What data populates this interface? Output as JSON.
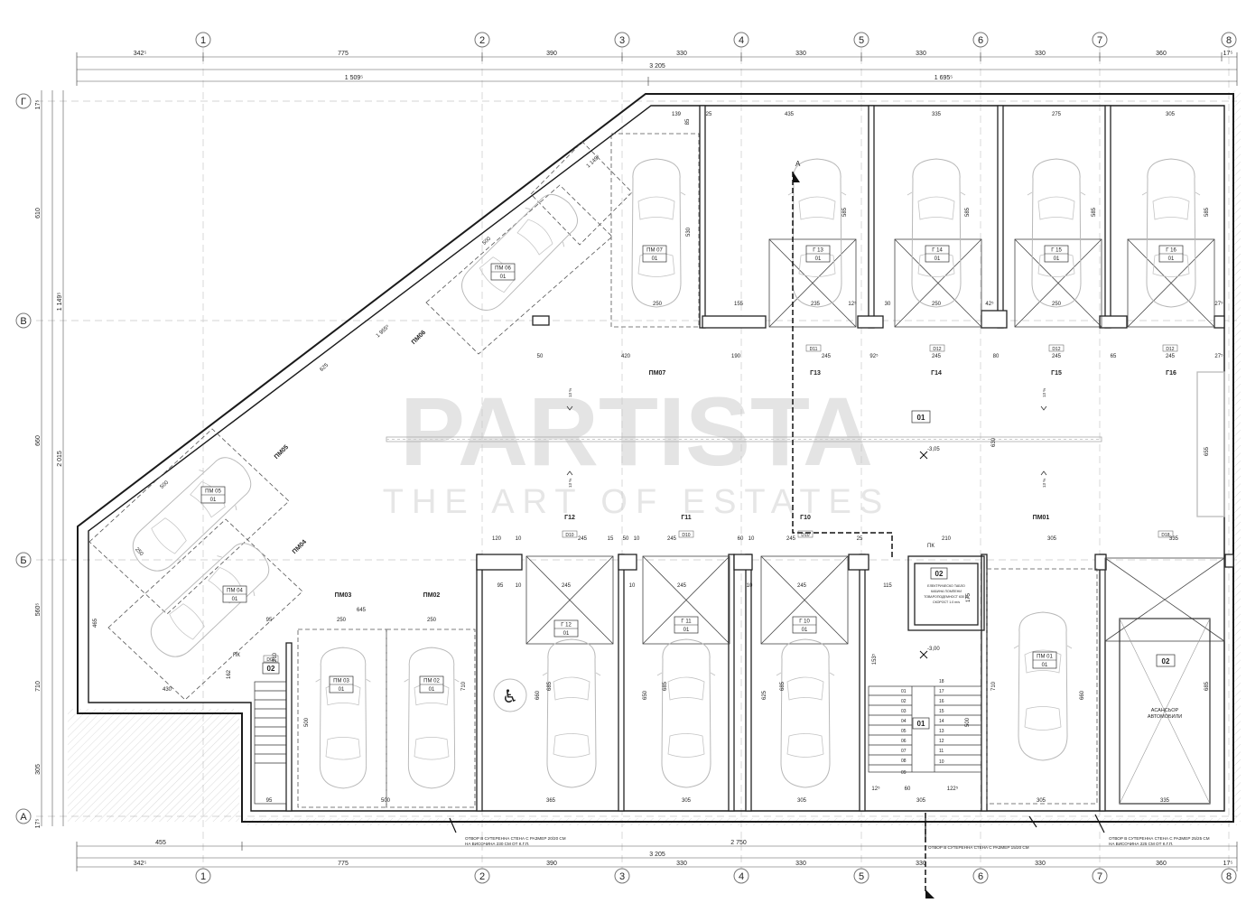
{
  "axes_top": [
    "1",
    "2",
    "3",
    "4",
    "5",
    "6",
    "7",
    "8"
  ],
  "axes_bottom": [
    "1",
    "2",
    "3",
    "4",
    "5",
    "6",
    "7",
    "8"
  ],
  "axes_left": [
    "Г",
    "В",
    "Б",
    "А"
  ],
  "dims_top_row1": [
    "342⁵",
    "775",
    "390",
    "330",
    "330",
    "330",
    "330",
    "360",
    "17⁵"
  ],
  "dims_top_total": "3 205",
  "dims_top_row3": [
    "1 509⁵",
    "1 695⁵"
  ],
  "dims_bottom_row1": [
    "455",
    "2 750"
  ],
  "dims_bottom_total": "3 205",
  "dims_bottom_row3": [
    "342⁵",
    "775",
    "390",
    "330",
    "330",
    "330",
    "330",
    "360",
    "17⁵"
  ],
  "dims_left_outer": [
    "17⁵",
    "610",
    "660",
    "560⁵",
    "710",
    "305",
    "17⁵"
  ],
  "dims_left_inner": [
    "1 149⁵",
    "2 015"
  ],
  "space_labels": [
    "ПМ07",
    "Г13",
    "Г14",
    "Г15",
    "Г16",
    "ПМ06",
    "ПМ05",
    "ПМ04",
    "ПМ03",
    "ПМ02",
    "Г12",
    "Г11",
    "Г10",
    "ПМ01"
  ],
  "room_tags": {
    "pm07": [
      "ПМ 07",
      "01"
    ],
    "pm06": [
      "ПМ 06",
      "01"
    ],
    "pm05": [
      "ПМ 05",
      "01"
    ],
    "pm04": [
      "ПМ 04",
      "01"
    ],
    "pm03": [
      "ПМ 03",
      "01"
    ],
    "pm02": [
      "ПМ 02",
      "01"
    ],
    "pm01": [
      "ПМ 01",
      "01"
    ],
    "g13": [
      "Г 13",
      "01"
    ],
    "g14": [
      "Г 14",
      "01"
    ],
    "g15": [
      "Г 15",
      "01"
    ],
    "g16": [
      "Г 16",
      "01"
    ],
    "g12": [
      "Г 12",
      "01"
    ],
    "g11": [
      "Г 11",
      "01"
    ],
    "g10": [
      "Г 10",
      "01"
    ]
  },
  "room_numbers": {
    "main": "01",
    "elevator": "02",
    "stair_right": "01",
    "stair_left": "02",
    "room_02": "02"
  },
  "levels": [
    "-3,05",
    "-3,00"
  ],
  "slopes": [
    "13 %",
    "13 %",
    "13 %",
    "13 %"
  ],
  "elevator_label": [
    "АСАНСЬОР",
    "АВТОМОБИЛИ"
  ],
  "stair_steps": [
    "18",
    "17",
    "16",
    "15",
    "14",
    "13",
    "12",
    "11",
    "10",
    "01",
    "02",
    "03",
    "04",
    "05",
    "06",
    "07",
    "08",
    "09"
  ],
  "notes": {
    "note1": [
      "ОТВОР В СУТЕРЕННА СТЕНА  С РАЗМЕР 20/20 СМ",
      "НА ВИСОЧИНА 230 СМ ОТ К.Г.П."
    ],
    "note2": "ОТВОР В СУТЕРЕННА СТЕНА  С РАЗМЕР 15/20 СМ",
    "note3": [
      "ОТВОР В СУТЕРЕННА СТЕНА  С РАЗМЕР 25/25 СМ",
      "НА ВИСОЧИНА 225 СМ ОТ К.Г.П."
    ],
    "room02": [
      "ЕЛЕКТРИЧЕСКО ТАБЛО",
      "КАБИНА ПОМПЕНИ",
      "ТОВАРОПОДЕМНОСТ 630 kg",
      "СКОРОСТ 1.0 m/s"
    ]
  },
  "section_mark": "А",
  "pk_labels": [
    "ПК",
    "ПК"
  ],
  "door_labels": [
    "D11",
    "D12",
    "D12",
    "D12",
    "D10",
    "D10",
    "D10",
    "D18",
    "D03"
  ],
  "inner_dims": [
    "139",
    "85",
    "435",
    "335",
    "275",
    "305",
    "25",
    "530",
    "585",
    "585",
    "585",
    "585",
    "155",
    "235",
    "250",
    "250",
    "250",
    "12⁵",
    "30",
    "42⁵",
    "27⁵",
    "50",
    "420",
    "190",
    "245",
    "92⁵",
    "245",
    "80",
    "245",
    "65",
    "245",
    "27⁵",
    "1 955⁵",
    "625",
    "500",
    "500",
    "250",
    "465",
    "430",
    "95",
    "250",
    "250",
    "645",
    "162",
    "210",
    "500",
    "500",
    "95",
    "120",
    "10",
    "245",
    "15",
    "50",
    "10",
    "245",
    "60",
    "10",
    "245",
    "25",
    "210",
    "305",
    "335",
    "95",
    "10",
    "245",
    "10",
    "245",
    "10",
    "245",
    "115",
    "175",
    "365",
    "305",
    "305",
    "305",
    "305",
    "335",
    "650",
    "685",
    "685",
    "625",
    "685",
    "710",
    "710",
    "660",
    "660",
    "685",
    "500",
    "153⁵",
    "12⁵",
    "60",
    "122⁵",
    "630",
    "655",
    "1 149⁵"
  ],
  "watermark": {
    "brand": "PARTISTA",
    "tagline": "THE ART OF ESTATES"
  }
}
